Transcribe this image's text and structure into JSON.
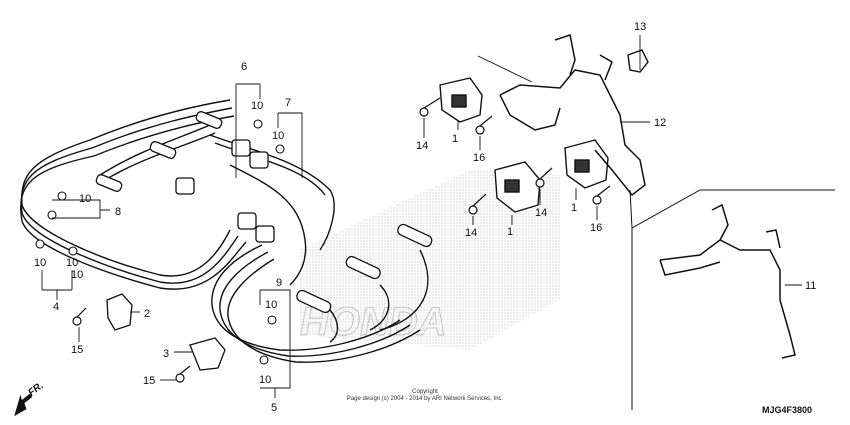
{
  "callouts": {
    "c1a": "1",
    "c1b": "1",
    "c1c": "1",
    "c2": "2",
    "c3": "3",
    "c4": "4",
    "c5": "5",
    "c6": "6",
    "c7": "7",
    "c8": "8",
    "c9": "9",
    "c10a": "10",
    "c10b": "10",
    "c10c": "10",
    "c10d": "10",
    "c10e": "10",
    "c10f": "10",
    "c10g": "10",
    "c10h": "10",
    "c11": "11",
    "c12": "12",
    "c13": "13",
    "c14a": "14",
    "c14b": "14",
    "c14c": "14",
    "c15a": "15",
    "c15b": "15",
    "c16a": "16",
    "c16b": "16"
  },
  "watermark_text": "HONDA",
  "copyright_line1": "Copyright",
  "copyright_line2": "Page design (c) 2004 - 2014 by ARI Network Services, Inc.",
  "diagram_code": "MJG4F3800",
  "direction_label": "FR.",
  "colors": {
    "line": "#111111",
    "halftone": "#cfcfcf"
  }
}
